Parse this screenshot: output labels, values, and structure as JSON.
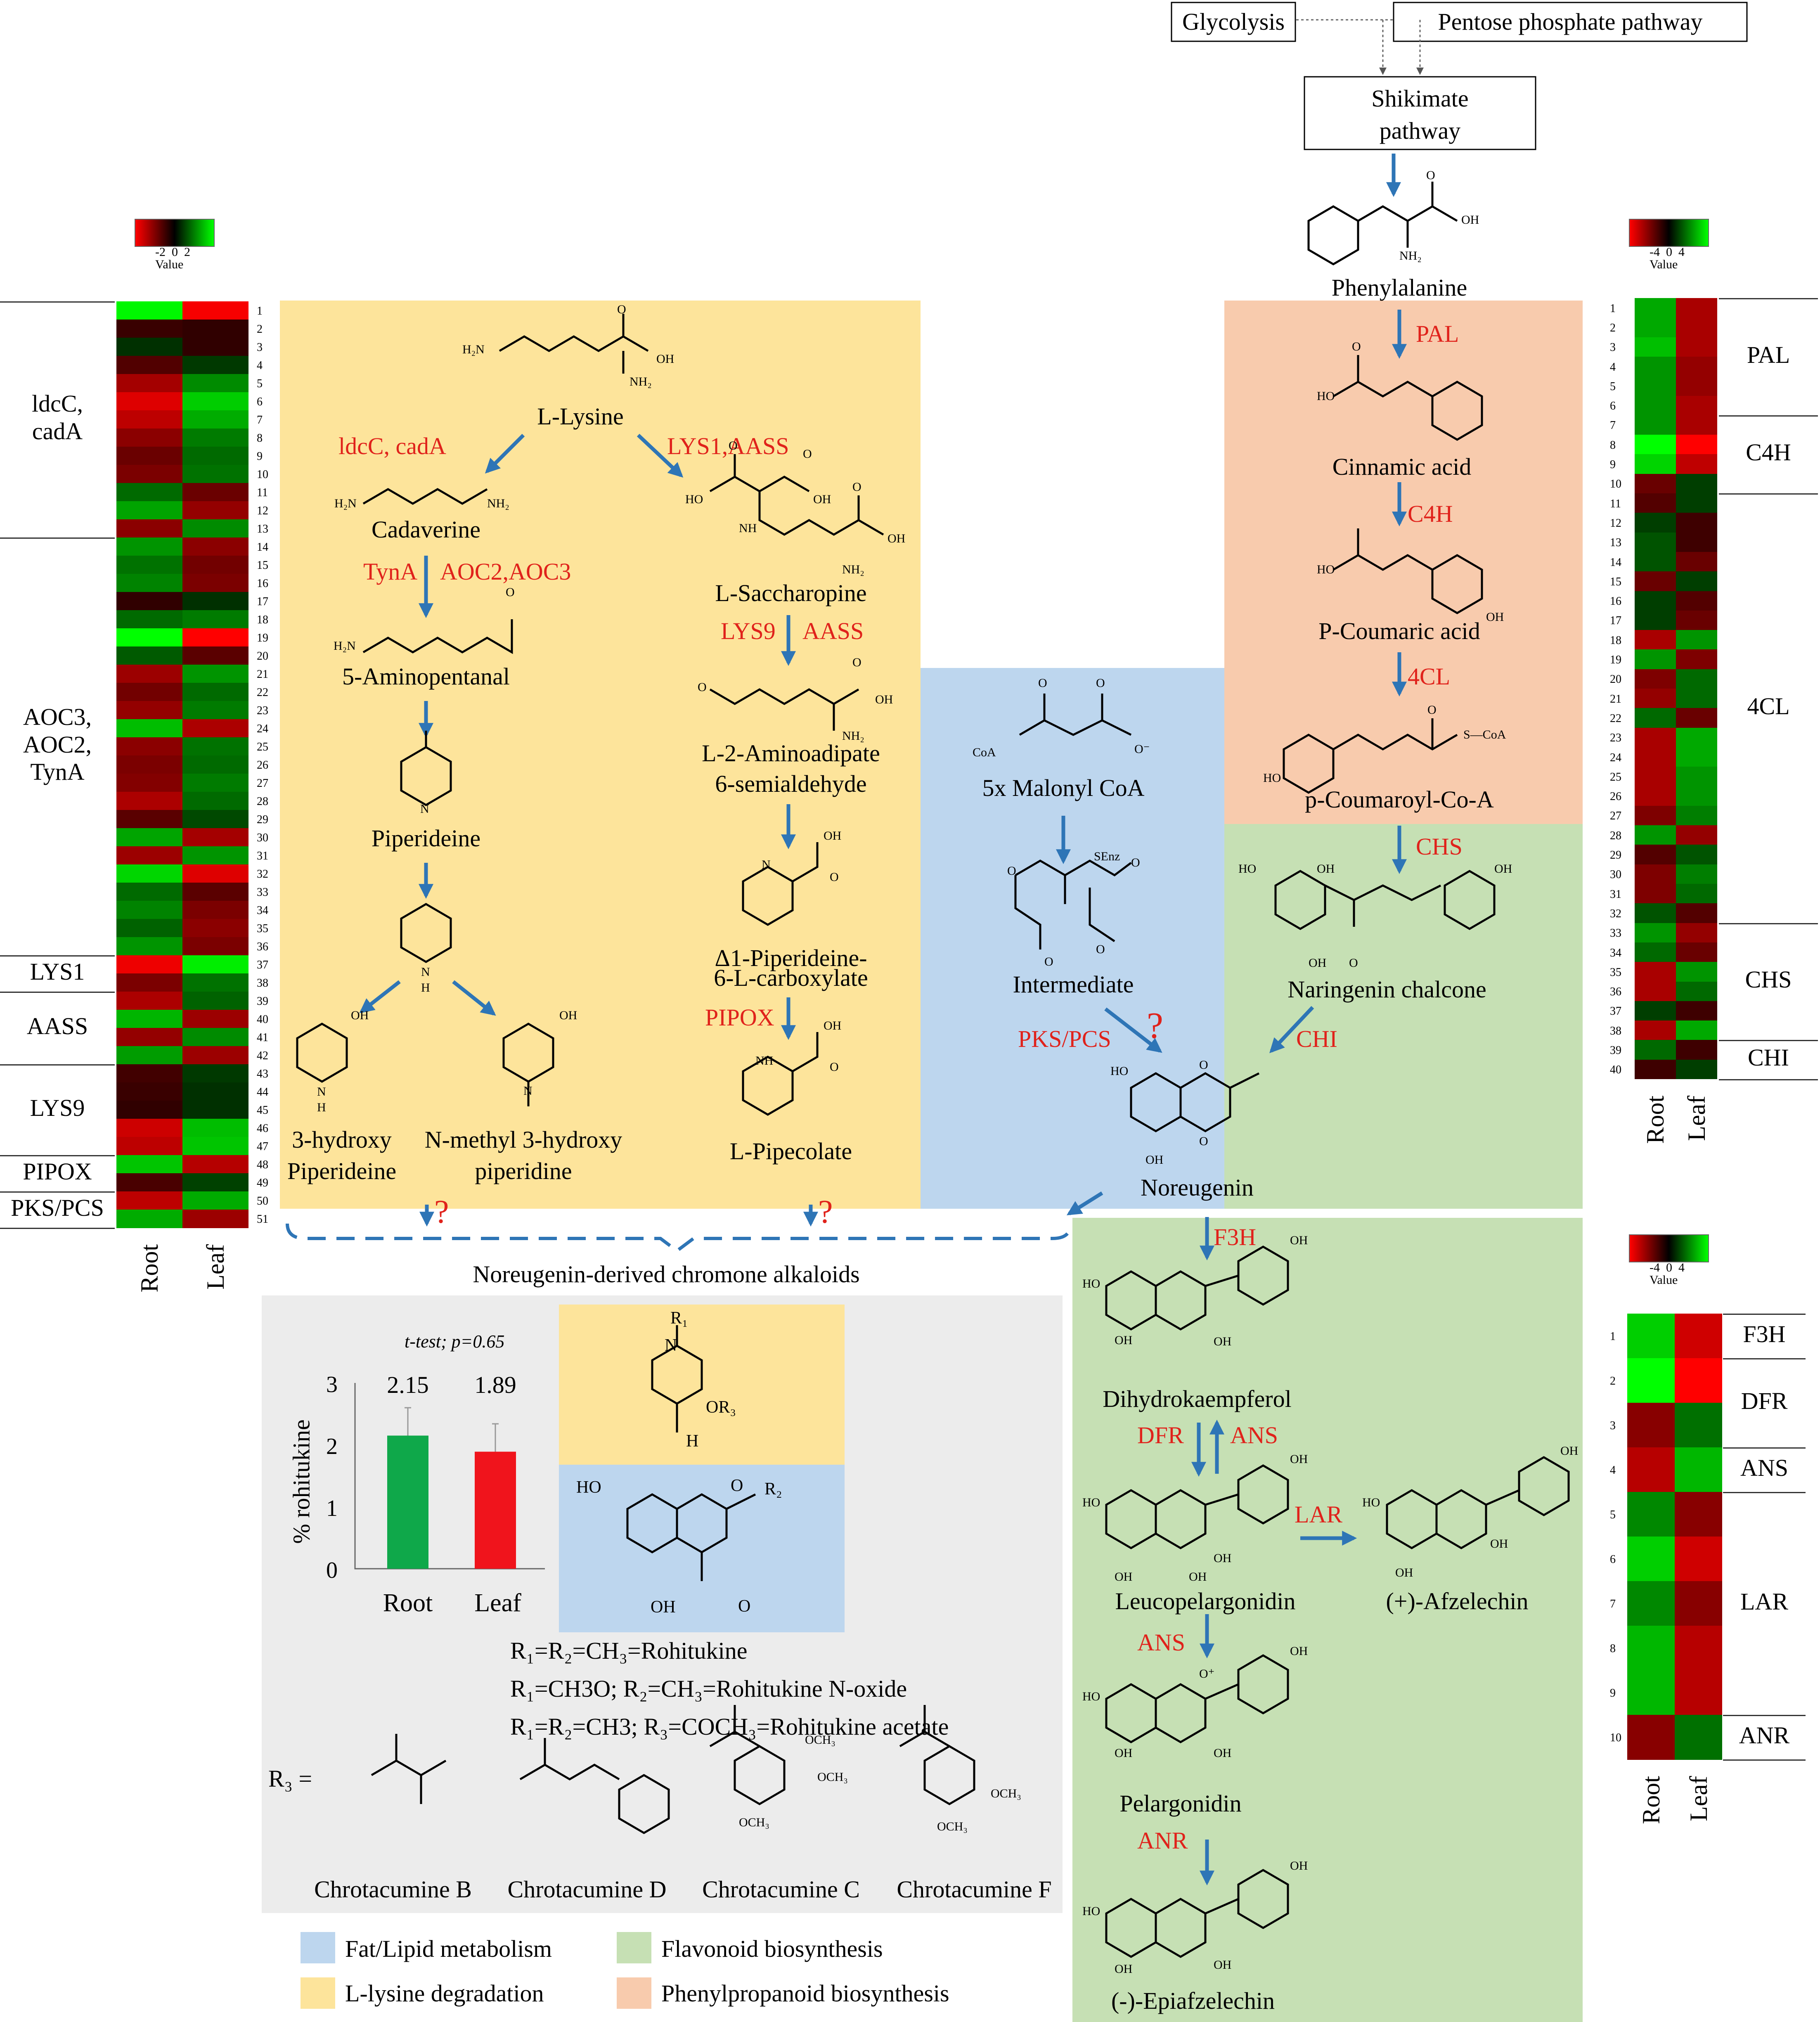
{
  "top": {
    "glycolysis": "Glycolysis",
    "ppp": "Pentose phosphate pathway",
    "shikimate": [
      "Shikimate",
      "pathway"
    ]
  },
  "compounds": {
    "phenylalanine": "Phenylalanine",
    "cinnamic": "Cinnamic acid",
    "pcoumaric": "P-Coumaric acid",
    "pcoumaroyl": "p-Coumaroyl-Co-A",
    "naringenin": "Naringenin  chalcone",
    "noreugenin": "Noreugenin",
    "malonyl": "5x Malonyl CoA",
    "intermediate": "Intermediate",
    "dihydrokaempferol": "Dihydrokaempferol",
    "leucopelargonidin": "Leucopelargonidin",
    "afzelechin": "(+)-Afzelechin",
    "pelargonidin": "Pelargonidin",
    "epiafzelechin": "(-)-Epiafzelechin",
    "lysine": "L-Lysine",
    "cadaverine": "Cadaverine",
    "aminopentanal": "5-Aminopentanal",
    "piperideine": "Piperideine",
    "hydroxypiperideine": [
      "3-hydroxy",
      "Piperideine"
    ],
    "nmethyl": [
      "N-methyl 3-hydroxy",
      "piperidine"
    ],
    "saccharopine": "L-Saccharopine",
    "aminoadipate": [
      "L-2-Aminoadipate",
      "6-semialdehyde"
    ],
    "piperideine6": [
      "Δ1-Piperideine-",
      "6-L-carboxylate"
    ],
    "pipecolate": "L-Pipecolate",
    "chromone": "Noreugenin-derived chromone alkaloids"
  },
  "enzymes": {
    "pal": "PAL",
    "c4h": "C4H",
    "fourcl": "4CL",
    "chs": "CHS",
    "chi": "CHI",
    "pkspcs": "PKS/PCS",
    "f3h": "F3H",
    "dfr": "DFR",
    "ans": "ANS",
    "lar": "LAR",
    "ans2": "ANS",
    "anr": "ANR",
    "ldcc": "ldcC, cadA",
    "lys1aass": "LYS1,AASS",
    "tyna": "TynA",
    "aoc": "AOC2,AOC3",
    "lys9": "LYS9",
    "aass": "AASS",
    "pipox": "PIPOX",
    "q": "?"
  },
  "chem_labels": {
    "oh": "OH",
    "o": "O",
    "nh2": "NH₂",
    "h2n": "H₂N",
    "ho": "HO",
    "n": "N",
    "h": "H",
    "nh": "NH",
    "coa": "CoA",
    "scoa": "S—CoA",
    "senz": "SEnz",
    "ominus": "O⁻",
    "oplus": "O⁺",
    "r1": "R₁",
    "r2": "R₂",
    "or3": "OR₃",
    "och3": "OCH₃"
  },
  "rohitukine": {
    "r_lines": [
      "R₁=R₂=CH₃=Rohitukine",
      "R₁=CH3O; R₂=CH₃=Rohitukine N-oxide",
      "R₁=R₂=CH3; R₃=COCH₃=Rohitukine acetate"
    ],
    "r3": "R₃ =",
    "chrotacumines": [
      "Chrotacumine B",
      "Chrotacumine D",
      "Chrotacumine C",
      "Chrotacumine F"
    ]
  },
  "chart_data": {
    "type": "bar",
    "categories": [
      "Root",
      "Leaf"
    ],
    "values": [
      2.15,
      1.89
    ],
    "errors": [
      0.45,
      0.45
    ],
    "value_labels": [
      "2.15",
      "1.89"
    ],
    "ylabel": "% rohitukine",
    "annotation": "t-test; p=0.65",
    "ylim": [
      0,
      3
    ],
    "yticks": [
      "0",
      "1",
      "2",
      "3"
    ],
    "colors": [
      "#0fa84a",
      "#f0141c"
    ]
  },
  "legend": [
    {
      "label": "Fat/Lipid metabolism",
      "color": "#bdd6ee"
    },
    {
      "label": "Flavonoid biosynthesis",
      "color": "#c6e0b4"
    },
    {
      "label": "L-lysine degradation",
      "color": "#fde49b"
    },
    {
      "label": "Phenylpropanoid biosynthesis",
      "color": "#f8cbad"
    }
  ],
  "colors": {
    "lysine": "#fde49b",
    "lipid": "#bdd6ee",
    "flavonoid": "#c6e0b4",
    "phenyl": "#f8cbad",
    "gray": "#ececec",
    "arrow": "#2e75b6",
    "enzyme": "#e0221b"
  },
  "heatmap_left": {
    "scale": {
      "ticks": "-2  0  2",
      "title": "Value"
    },
    "columns": [
      "Root",
      "Leaf"
    ],
    "groups": [
      {
        "label": [
          "ldcC,",
          "cadA"
        ]
      },
      {
        "label": [
          "AOC3,",
          "AOC2,",
          "TynA"
        ]
      },
      {
        "label": [
          "LYS1"
        ]
      },
      {
        "label": [
          "AASS"
        ]
      },
      {
        "label": [
          "LYS9"
        ]
      },
      {
        "label": [
          "PIPOX"
        ]
      },
      {
        "label": [
          "PKS/PCS"
        ]
      }
    ],
    "group_bounds": [
      [
        1,
        13
      ],
      [
        14,
        36
      ],
      [
        37,
        38
      ],
      [
        39,
        42
      ],
      [
        43,
        47
      ],
      [
        48,
        49
      ],
      [
        50,
        51
      ]
    ],
    "values": [
      [
        2.5,
        -2.5
      ],
      [
        -0.2,
        -0.1
      ],
      [
        0.1,
        -0.1
      ],
      [
        -0.5,
        0.2
      ],
      [
        -1.5,
        1.2
      ],
      [
        -2.2,
        2.0
      ],
      [
        -1.8,
        1.6
      ],
      [
        -1.2,
        1.0
      ],
      [
        -0.8,
        0.8
      ],
      [
        -1,
        0.9
      ],
      [
        0.8,
        -0.8
      ],
      [
        1.5,
        -1.3
      ],
      [
        -1.2,
        1.2
      ],
      [
        1.3,
        -1.2
      ],
      [
        0.9,
        -0.9
      ],
      [
        1.1,
        -1.0
      ],
      [
        -0.1,
        0.1
      ],
      [
        0.8,
        1.0
      ],
      [
        2.6,
        -2.6
      ],
      [
        0.6,
        -0.6
      ],
      [
        -1.4,
        1.3
      ],
      [
        -0.9,
        0.8
      ],
      [
        -1.3,
        1.0
      ],
      [
        1.8,
        -1.6
      ],
      [
        -1.2,
        0.9
      ],
      [
        -1.0,
        0.8
      ],
      [
        -1.1,
        1.0
      ],
      [
        -1.6,
        0.8
      ],
      [
        -0.6,
        0.4
      ],
      [
        1.5,
        -1.5
      ],
      [
        -1.4,
        1.3
      ],
      [
        2.1,
        -2.2
      ],
      [
        0.8,
        -0.6
      ],
      [
        1.1,
        -1.0
      ],
      [
        0.7,
        -1.2
      ],
      [
        1.3,
        -1.0
      ],
      [
        -2.4,
        2.4
      ],
      [
        -1.0,
        0.9
      ],
      [
        -1.6,
        0.7
      ],
      [
        1.7,
        -1.4
      ],
      [
        -1.3,
        1.2
      ],
      [
        1.4,
        -1.4
      ],
      [
        -0.3,
        0.2
      ],
      [
        -0.2,
        0.1
      ],
      [
        -0.1,
        0.1
      ],
      [
        -2.0,
        1.8
      ],
      [
        -1.8,
        1.9
      ],
      [
        1.9,
        -1.7
      ],
      [
        -0.4,
        0.3
      ],
      [
        -1.8,
        1.6
      ],
      [
        1.6,
        -1.4
      ]
    ]
  },
  "heatmap_right": {
    "scale": {
      "ticks": "-4  0  4",
      "title": "Value"
    },
    "columns": [
      "Root",
      "Leaf"
    ],
    "groups": [
      {
        "label": "PAL"
      },
      {
        "label": "C4H"
      },
      {
        "label": "4CL"
      },
      {
        "label": "CHS"
      },
      {
        "label": "CHI"
      }
    ],
    "group_bounds": [
      [
        1,
        6
      ],
      [
        7,
        10
      ],
      [
        11,
        32
      ],
      [
        33,
        38
      ],
      [
        39,
        40
      ]
    ],
    "values": [
      [
        3,
        -3
      ],
      [
        3,
        -3
      ],
      [
        3.5,
        -3
      ],
      [
        2.5,
        -2.5
      ],
      [
        2.5,
        -2.5
      ],
      [
        2.5,
        -3
      ],
      [
        2.5,
        -3
      ],
      [
        5,
        -5
      ],
      [
        4,
        -3.5
      ],
      [
        -1.5,
        0.5
      ],
      [
        -1,
        0.5
      ],
      [
        0.5,
        -0.5
      ],
      [
        1,
        -0.5
      ],
      [
        1,
        -1.5
      ],
      [
        -1.5,
        0.5
      ],
      [
        0.5,
        -1
      ],
      [
        0.5,
        -1.5
      ],
      [
        -3,
        2.5
      ],
      [
        2.5,
        -2
      ],
      [
        -2,
        1.5
      ],
      [
        -2.5,
        1.5
      ],
      [
        1.5,
        -1.5
      ],
      [
        -3,
        3
      ],
      [
        -3,
        3
      ],
      [
        -3,
        2.5
      ],
      [
        -3,
        2.5
      ],
      [
        -2,
        2
      ],
      [
        2.5,
        -2.5
      ],
      [
        -1,
        1
      ],
      [
        -2,
        2
      ],
      [
        -2,
        1.5
      ],
      [
        1,
        -1
      ],
      [
        2.5,
        -2.5
      ],
      [
        1.5,
        -1.5
      ],
      [
        -3,
        2.5
      ],
      [
        -3,
        1.5
      ],
      [
        0.5,
        -0.5
      ],
      [
        -3,
        3
      ],
      [
        1.5,
        -0.5
      ],
      [
        -0.5,
        0.5
      ]
    ]
  },
  "heatmap_bottom": {
    "scale": {
      "ticks": "-4  0  4",
      "title": "Value"
    },
    "columns": [
      "Root",
      "Leaf"
    ],
    "groups": [
      {
        "label": "F3H"
      },
      {
        "label": "DFR"
      },
      {
        "label": "ANS"
      },
      {
        "label": "LAR"
      },
      {
        "label": "ANR"
      }
    ],
    "group_bounds": [
      [
        1,
        1
      ],
      [
        2,
        3
      ],
      [
        4,
        4
      ],
      [
        5,
        9
      ],
      [
        10,
        10
      ]
    ],
    "values": [
      [
        3.5,
        -3.5
      ],
      [
        4.5,
        -4.5
      ],
      [
        -2,
        1.5
      ],
      [
        -3,
        3
      ],
      [
        2,
        -2
      ],
      [
        3.5,
        -3.5
      ],
      [
        2,
        -2
      ],
      [
        3,
        -3
      ],
      [
        3,
        -3
      ],
      [
        -2,
        1.5
      ]
    ]
  }
}
